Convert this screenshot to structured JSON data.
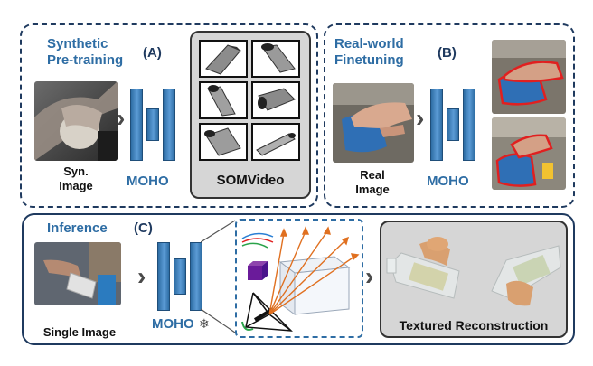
{
  "panel_a": {
    "title_line1": "Synthetic",
    "title_line2": "Pre-training",
    "tag": "(A)",
    "image_caption_line1": "Syn.",
    "image_caption_line2": "Image",
    "model_label": "MOHO",
    "output_caption": "SOMVideo"
  },
  "panel_b": {
    "title_line1": "Real-world",
    "title_line2": "Finetuning",
    "tag": "(B)",
    "image_caption_line1": "Real",
    "image_caption_line2": "Image",
    "model_label": "MOHO"
  },
  "panel_c": {
    "title": "Inference",
    "tag": "(C)",
    "image_caption": "Single Image",
    "model_label": "MOHO",
    "frozen_icon": "snowflake-icon",
    "output_caption": "Textured Reconstruction"
  },
  "colors": {
    "accent": "#2e6da4",
    "border": "#1f3a5f",
    "mask_outline": "#e02020",
    "ray": "#e07020",
    "camera": "#6a1b9a"
  }
}
